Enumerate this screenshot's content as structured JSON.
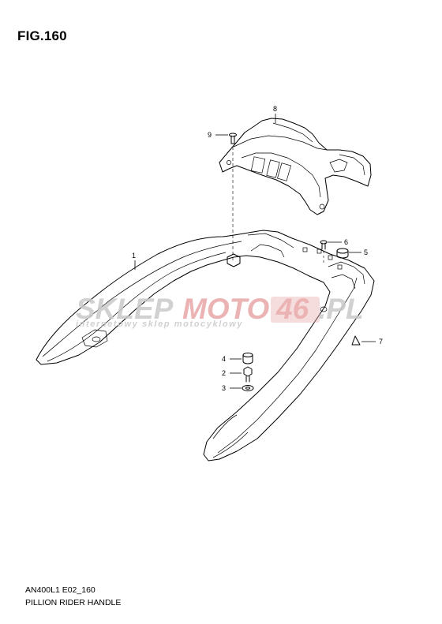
{
  "header": {
    "figure_label": "FIG.160"
  },
  "footer": {
    "model_code": "AN400L1 E02_160",
    "section_name": "PILLION RIDER HANDLE"
  },
  "callouts": [
    {
      "id": "1",
      "label": "1"
    },
    {
      "id": "2",
      "label": "2"
    },
    {
      "id": "3",
      "label": "3"
    },
    {
      "id": "4",
      "label": "4"
    },
    {
      "id": "5",
      "label": "5"
    },
    {
      "id": "6",
      "label": "6"
    },
    {
      "id": "7",
      "label": "7"
    },
    {
      "id": "8",
      "label": "8"
    },
    {
      "id": "9",
      "label": "9"
    }
  ],
  "watermark": {
    "brand_a": "SKLEP",
    "brand_b": "MOTO",
    "brand_c": "46",
    "brand_d": ".PL",
    "tagline": "internetowy sklep motocyklowy",
    "colors": {
      "gray": "#c9c9c9",
      "red": "#e8a6a6"
    }
  }
}
